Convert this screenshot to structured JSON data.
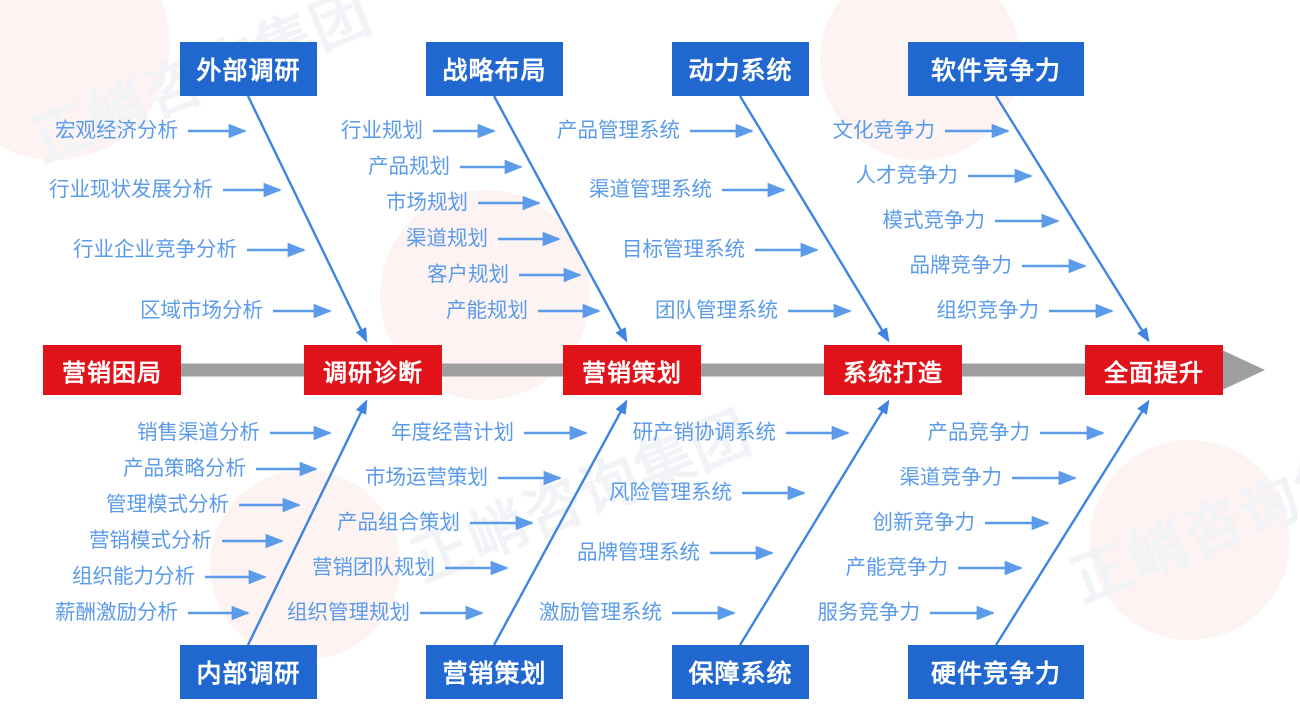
{
  "diagram": {
    "type": "fishbone-ishikawa",
    "title_spine": "营销困局 → 全面提升",
    "colors": {
      "category_box": "#2068cf",
      "spine_box": "#e1121a",
      "leaf_text": "#5b9bea",
      "spine_line": "#9e9e9e",
      "bone_line": "#3f84e0",
      "background": "#ffffff"
    }
  },
  "spine": {
    "nodes": [
      {
        "label": "营销困局"
      },
      {
        "label": "调研诊断"
      },
      {
        "label": "营销策划"
      },
      {
        "label": "系统打造"
      },
      {
        "label": "全面提升"
      }
    ]
  },
  "top_branches": [
    {
      "label": "外部调研",
      "items": [
        "宏观经济分析",
        "行业现状发展分析",
        "行业企业竞争分析",
        "区域市场分析"
      ]
    },
    {
      "label": "战略布局",
      "items": [
        "行业规划",
        "产品规划",
        "市场规划",
        "渠道规划",
        "客户规划",
        "产能规划"
      ]
    },
    {
      "label": "动力系统",
      "items": [
        "产品管理系统",
        "渠道管理系统",
        "目标管理系统",
        "团队管理系统"
      ]
    },
    {
      "label": "软件竞争力",
      "items": [
        "文化竞争力",
        "人才竞争力",
        "模式竞争力",
        "品牌竞争力",
        "组织竞争力"
      ]
    }
  ],
  "bottom_branches": [
    {
      "label": "内部调研",
      "items": [
        "销售渠道分析",
        "产品策略分析",
        "管理模式分析",
        "营销模式分析",
        "组织能力分析",
        "薪酬激励分析"
      ]
    },
    {
      "label": "营销策划",
      "items": [
        "年度经营计划",
        "市场运营策划",
        "产品组合策划",
        "营销团队规划",
        "组织管理规划"
      ]
    },
    {
      "label": "保障系统",
      "items": [
        "研产销协调系统",
        "风险管理系统",
        "品牌管理系统",
        "激励管理系统"
      ]
    },
    {
      "label": "硬件竞争力",
      "items": [
        "产品竞争力",
        "渠道竞争力",
        "创新竞争力",
        "产能竞争力",
        "服务竞争力"
      ]
    }
  ],
  "watermarks": [
    "正峭咨询集团",
    "正峭咨询集团",
    "正峭咨询集团"
  ]
}
